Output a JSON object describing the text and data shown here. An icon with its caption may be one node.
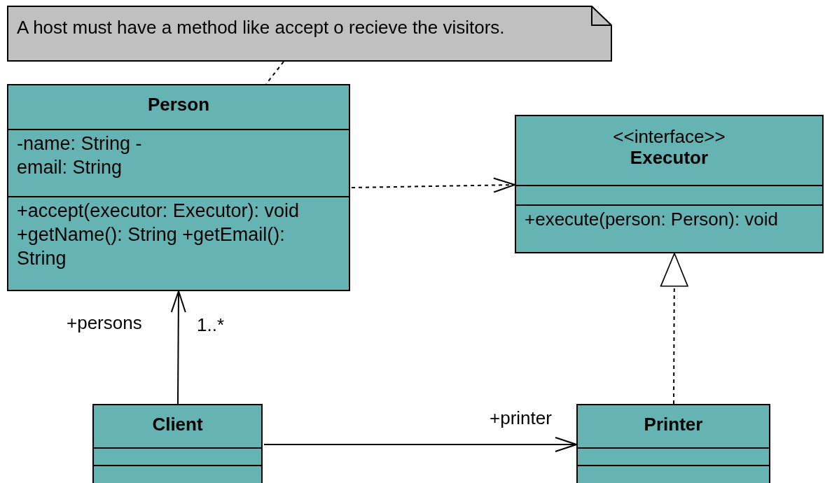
{
  "diagram": {
    "nodes": [
      {
        "text": [
          "A host must have a method like accept o recieve the visitors."
        ]
      },
      {
        "text": [
          "Person",
          "-name: String -email: String",
          "+accept(executor: Executor): void +getName(): String +getEmail(): String"
        ]
      },
      {
        "text": [
          "<<interface>>",
          "Executor",
          "+execute(person: Person): void"
        ]
      },
      {
        "text": [
          "Client"
        ]
      },
      {
        "text": [
          "Printer"
        ]
      }
    ],
    "edges": [
      {
        "from": 0,
        "to": 1,
        "arrow": "none",
        "style": "dashed"
      },
      {
        "from": 1,
        "to": 2,
        "arrow": "to",
        "style": "dashed"
      },
      {
        "from": 3,
        "to": 1,
        "arrow": "to"
      },
      {
        "from": 3,
        "to": 4,
        "arrow": "to"
      },
      {
        "from": 4,
        "to": 2,
        "arrow": "to",
        "style": "dashed"
      }
    ],
    "labels": [
      "+persons",
      "1..*",
      "+printer"
    ]
  }
}
